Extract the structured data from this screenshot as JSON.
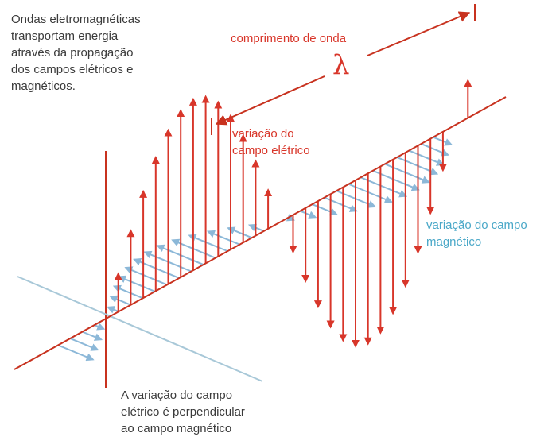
{
  "intro_text": [
    "Ondas eletromagnéticas",
    "transportam energia",
    "através da propagação",
    "dos campos elétricos e",
    "magnéticos."
  ],
  "wavelength_label": "comprimento de onda",
  "wavelength_symbol": "λ",
  "electric_label": [
    "variação do",
    "campo elétrico"
  ],
  "magnetic_label": [
    "variação do campo",
    "magnético"
  ],
  "perpendicular_text": [
    "A variação do campo",
    "elétrico é perpendicular",
    "ao campo magnético"
  ],
  "colors": {
    "electric": "#d8362a",
    "magnetic": "#8cb8d8",
    "axis_red": "#c8321f",
    "axis_blue": "#a8c8d8",
    "text": "#3a3a3a"
  }
}
